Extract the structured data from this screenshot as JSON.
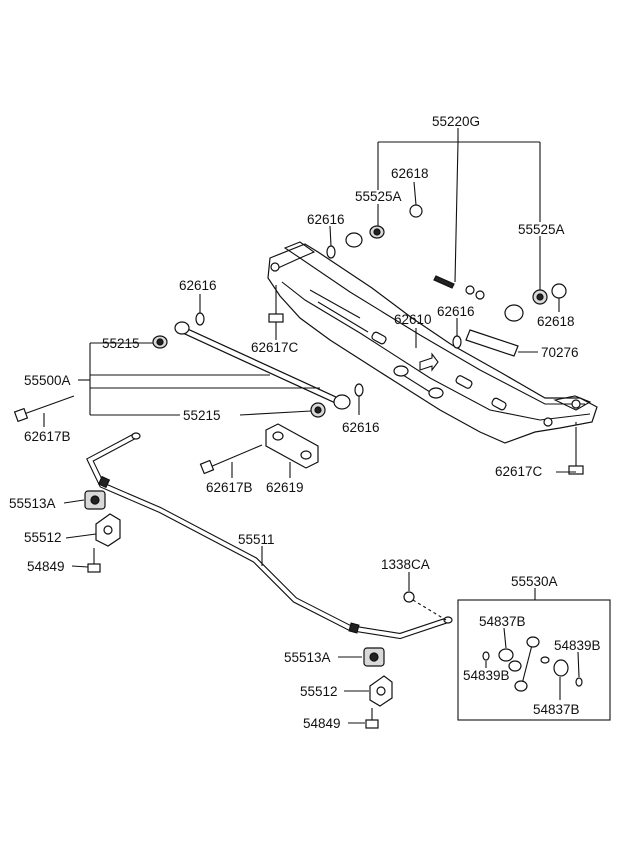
{
  "labels": {
    "l55220g": "55220G",
    "l62618a": "62618",
    "l55525a1": "55525A",
    "l55525a2": "55525A",
    "l62616a": "62616",
    "l62618b": "62618",
    "l62616b": "62616",
    "l62610": "62610",
    "l62616c": "62616",
    "l70276": "70276",
    "l62617c1": "62617C",
    "l55215a": "55215",
    "l55500a": "55500A",
    "l55215b": "55215",
    "l62616d": "62616",
    "l62617b1": "62617B",
    "l62617b2": "62617B",
    "l62619": "62619",
    "l62617c2": "62617C",
    "l55513a1": "55513A",
    "l55512a": "55512",
    "l54849a": "54849",
    "l55511": "55511",
    "l1338ca": "1338CA",
    "l55530a": "55530A",
    "l54837b1": "54837B",
    "l54839b1": "54839B",
    "l54839b2": "54839B",
    "l54837b2": "54837B",
    "l55513a2": "55513A",
    "l55512b": "55512",
    "l54849b": "54849"
  }
}
